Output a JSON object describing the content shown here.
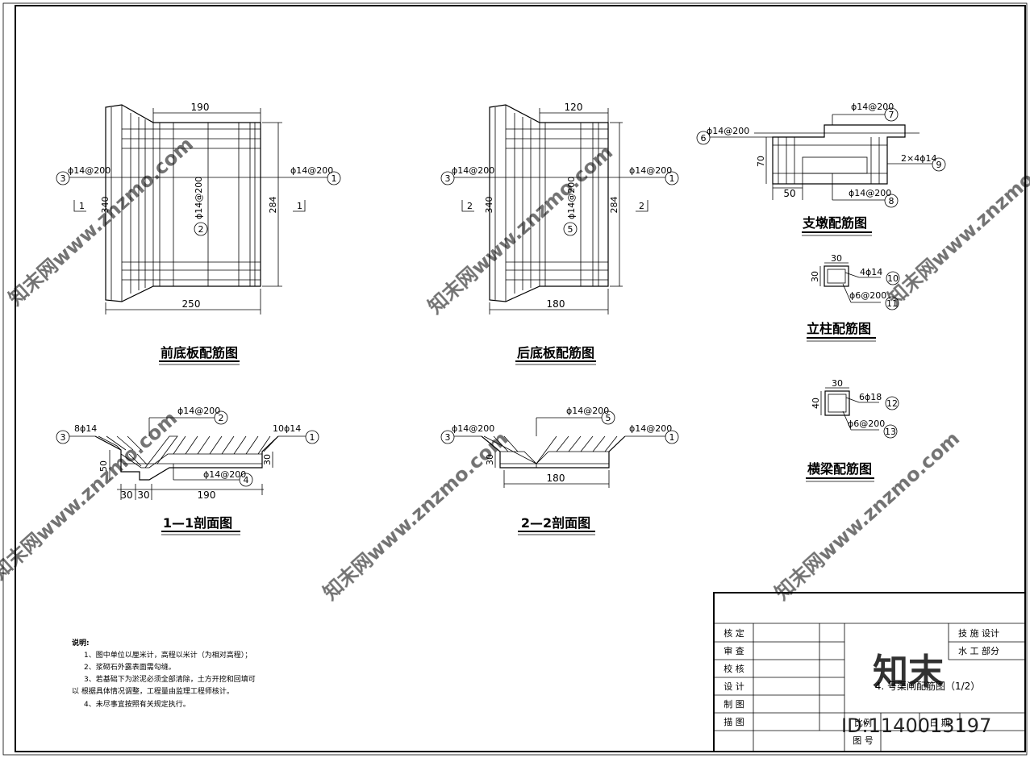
{
  "drawings": {
    "front_plate": {
      "title": "前底板配筋图",
      "dim_top": "190",
      "dim_bottom": "250",
      "dim_left": "340",
      "dim_right": "284",
      "label_left": "ϕ14@200",
      "label_right": "ϕ14@200",
      "label_center": "ϕ14@200",
      "num_left": "3",
      "num_right": "1",
      "num_center": "2",
      "sec_mark_left": "1",
      "sec_mark_right": "1"
    },
    "rear_plate": {
      "title": "后底板配筋图",
      "dim_top": "120",
      "dim_bottom": "180",
      "dim_left": "340",
      "dim_right": "284",
      "label_left": "ϕ14@200",
      "label_right": "ϕ14@200",
      "label_center": "ϕ14@200",
      "num_left": "3",
      "num_right": "1",
      "num_center": "5",
      "sec_mark_left": "2",
      "sec_mark_right": "2"
    },
    "section_1": {
      "title": "1—1剖面图",
      "label_top": "ϕ14@200",
      "num_top": "2",
      "label_left": "8ϕ14",
      "num_left": "3",
      "label_right": "10ϕ14",
      "num_right": "1",
      "label_mid": "ϕ14@200",
      "num_mid": "4",
      "dim_h_left": "50",
      "dim_h_right": "30",
      "dim_b1": "30",
      "dim_b2": "30",
      "dim_b3": "190"
    },
    "section_2": {
      "title": "2—2剖面图",
      "label_top": "ϕ14@200",
      "num_top": "5",
      "label_left": "ϕ14@200",
      "num_left": "3",
      "label_right": "ϕ14@200",
      "num_right": "1",
      "dim_h": "30",
      "dim_b": "180"
    },
    "pier": {
      "title": "支墩配筋图",
      "label_top": "ϕ14@200",
      "num_top": "7",
      "label_left": "ϕ14@200",
      "num_left": "6",
      "label_right": "2×4ϕ14",
      "num_right": "9",
      "label_bottom": "ϕ14@200",
      "num_bottom": "8",
      "dim_h": "70",
      "dim_w": "50"
    },
    "column": {
      "title": "立柱配筋图",
      "dim_w": "30",
      "dim_h": "30",
      "label_1": "4ϕ14",
      "num_1": "10",
      "label_2": "ϕ6@200",
      "num_2": "11"
    },
    "beam": {
      "title": "横梁配筋图",
      "dim_w": "30",
      "dim_h": "40",
      "label_1": "6ϕ18",
      "num_1": "12",
      "label_2": "ϕ6@200",
      "num_2": "13"
    }
  },
  "notes": {
    "heading": "说明:",
    "lines": [
      "1、图中单位以厘米计，高程以米计（为相对高程）；",
      "2、浆砌石外露表面需勾缝。",
      "3、若基础下为淤泥必须全部清除，土方开挖和回填可",
      "以    根据具体情况调整，工程量由监理工程师核计。",
      "4、未尽事宜按照有关规定执行。"
    ]
  },
  "title_block": {
    "rows": [
      "核  定",
      "审  查",
      "校  核",
      "设  计",
      "制  图",
      "描  图"
    ],
    "stage": "技  施    设计",
    "dept": "水  工    部分",
    "drawing_name": "4.  号渠闸配筋图（1/2）",
    "scale_label": "比例",
    "date_label": "日  期",
    "number_label": "图  号"
  },
  "watermark": {
    "text": "知末网www.znzmo.com",
    "logo_text": "知末",
    "id_text": "ID:1140013197"
  }
}
